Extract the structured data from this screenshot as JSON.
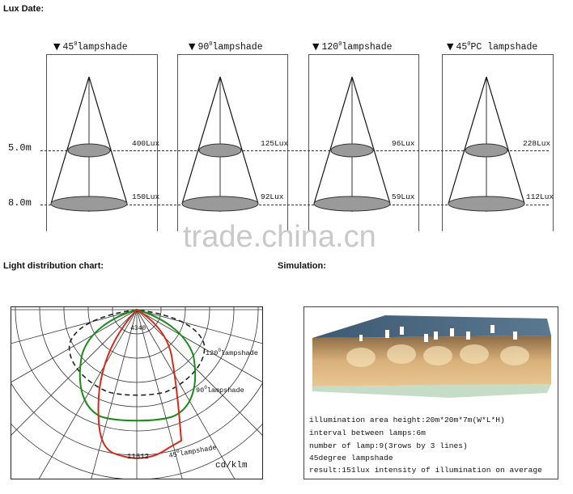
{
  "headings": {
    "lux": "Lux Date:",
    "light_distribution": "Light distribution chart:",
    "simulation": "Simulation:"
  },
  "heights": {
    "h1": "5.0m",
    "h2": "8.0m"
  },
  "lampshades": [
    {
      "angle": "45",
      "suffix": "lampshade",
      "sup": "0",
      "pre": "",
      "lux_5m": "400Lux",
      "lux_8m": "150Lux"
    },
    {
      "angle": "90",
      "suffix": "lampshade",
      "sup": "0",
      "pre": "",
      "lux_5m": "125Lux",
      "lux_8m": "92Lux"
    },
    {
      "angle": "120",
      "suffix": "lampshade",
      "sup": "0",
      "pre": "",
      "lux_5m": "96Lux",
      "lux_8m": "59Lux"
    },
    {
      "angle": "45",
      "suffix": "PC lampshade",
      "sup": "0",
      "pre": "",
      "lux_5m": "228Lux",
      "lux_8m": "112Lux"
    }
  ],
  "watermark": "trade.china.cn",
  "polar_chart": {
    "center_value": "4340",
    "peak_value": "11812",
    "unit": "cd/klm",
    "labels": [
      {
        "deg": "120",
        "sup": "0",
        "text": "lampshade"
      },
      {
        "deg": "90",
        "sup": "0",
        "text": "lampshade"
      },
      {
        "deg": "45",
        "sup": "0",
        "text": "lampshade"
      }
    ],
    "colors": {
      "c120": "#222222",
      "c90": "#1a8a1a",
      "c45": "#d42a1a"
    }
  },
  "simulation": {
    "lines": [
      "illumination area height:20m*20m*7m(W*L*H)",
      "interval between lamps:6m",
      "number of lamp:9(3rows by 3 lines)",
      "45degree lampshade",
      "result:151lux intensity of illumination on average"
    ]
  }
}
